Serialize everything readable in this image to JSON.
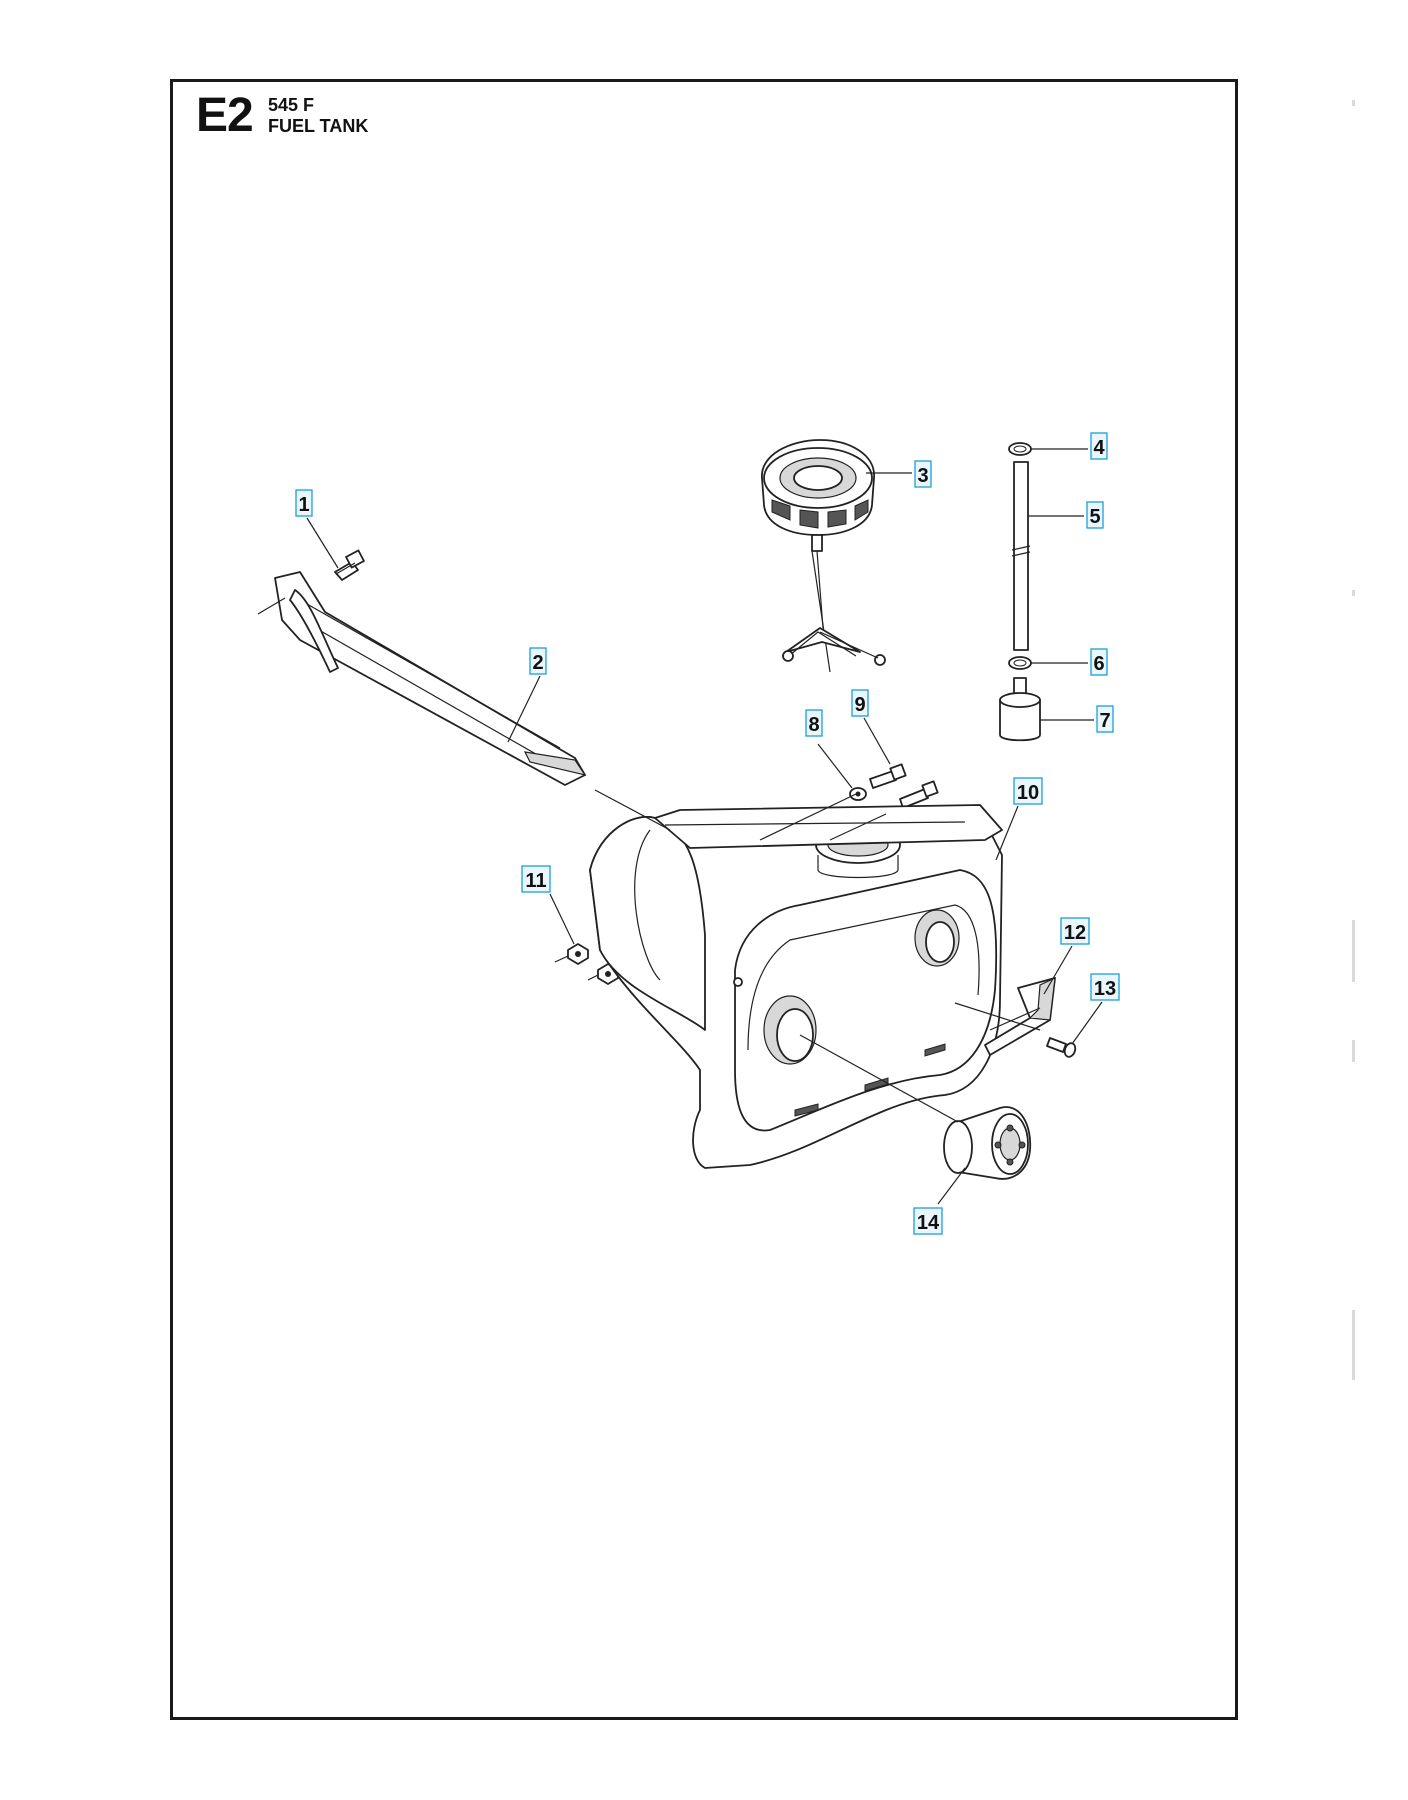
{
  "header": {
    "section_code": "E2",
    "model": "545 F",
    "title": "FUEL TANK"
  },
  "callouts": [
    "1",
    "2",
    "3",
    "4",
    "5",
    "6",
    "7",
    "8",
    "9",
    "10",
    "11",
    "12",
    "13",
    "14"
  ],
  "colors": {
    "callout_border": "#1c9fd6",
    "callout_fill": "#e9f6fb",
    "frame": "#1a1a1a"
  }
}
